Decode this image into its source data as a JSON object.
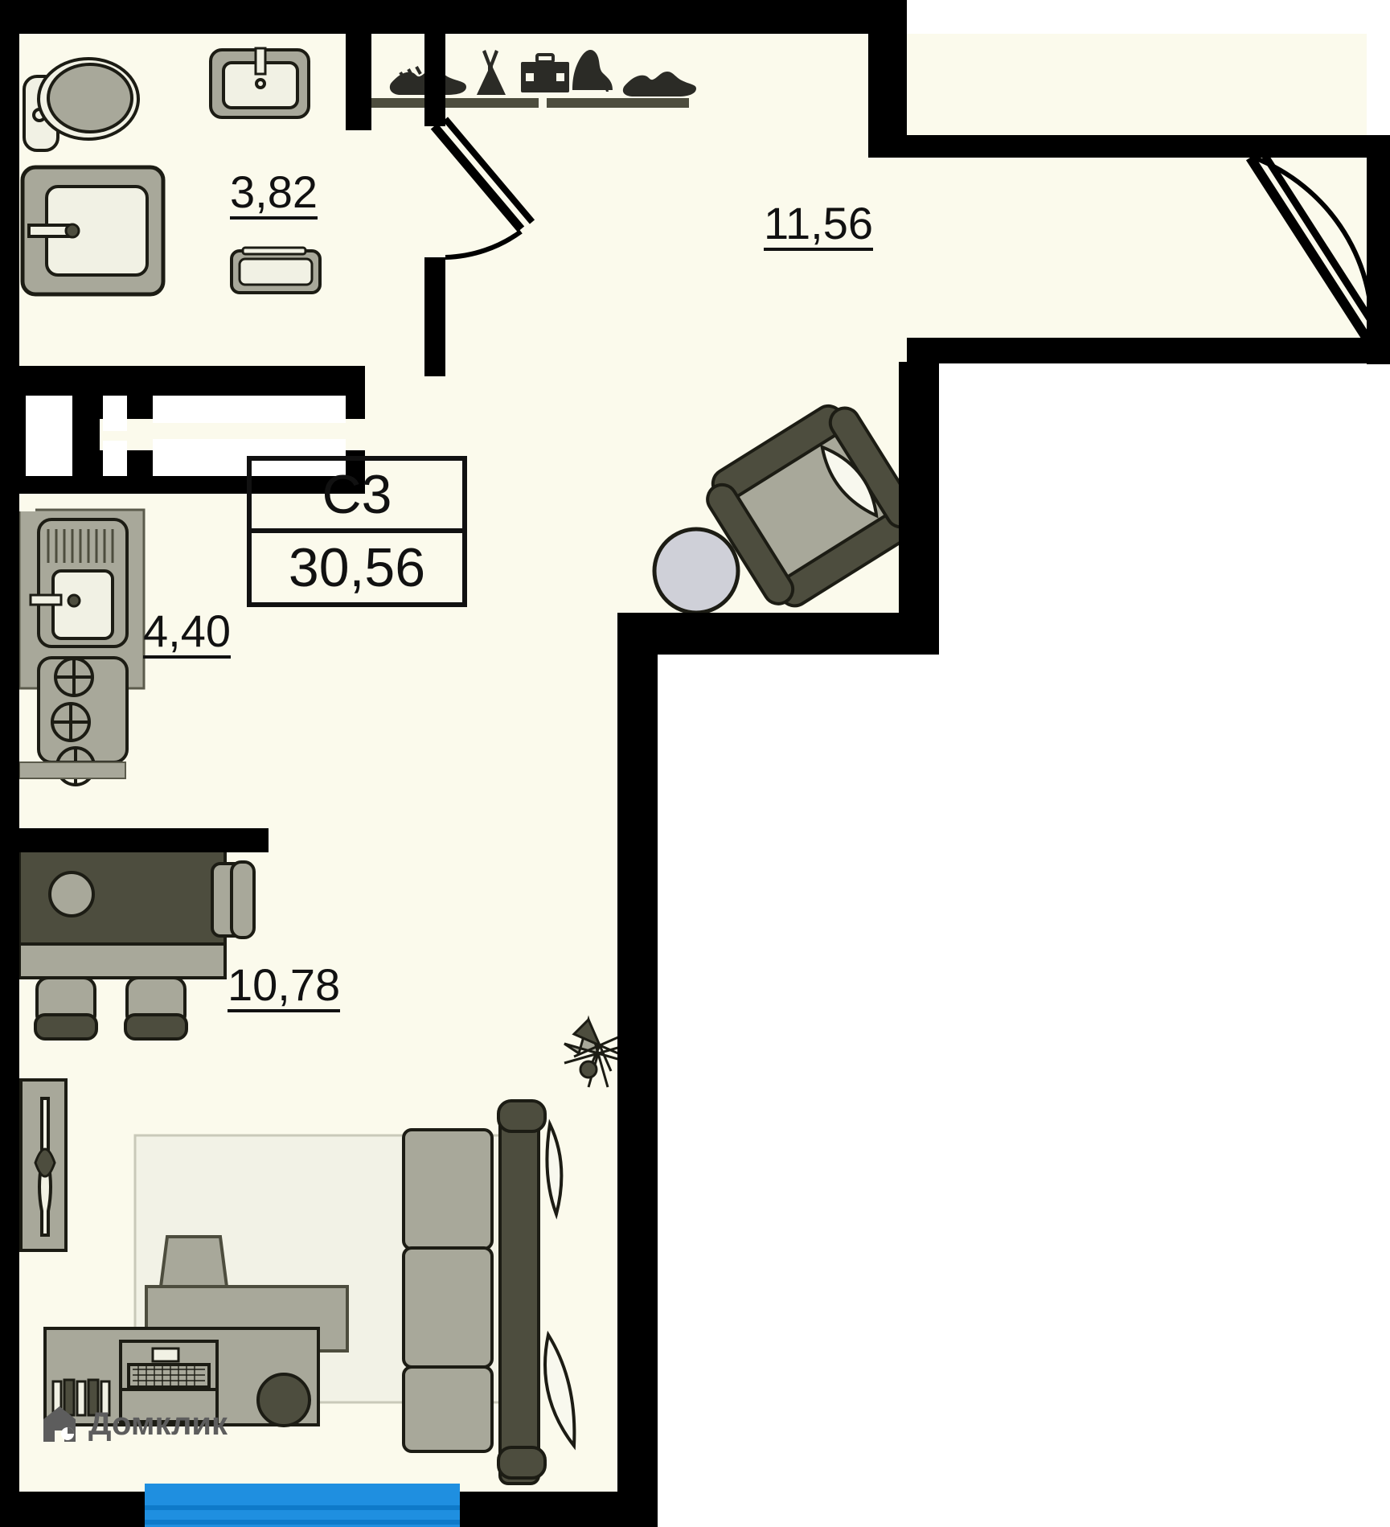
{
  "plan": {
    "title_tag": "C3",
    "total_area": "30,56",
    "rooms": [
      {
        "id": "bathroom",
        "name": "bathroom",
        "area": "3,82"
      },
      {
        "id": "hallway",
        "name": "hallway-entry",
        "area": "11,56"
      },
      {
        "id": "kitchen",
        "name": "kitchen",
        "area": "4,40"
      },
      {
        "id": "living",
        "name": "living-room",
        "area": "10,78"
      }
    ],
    "colors": {
      "wall": "#000000",
      "floor": "#fbfaec",
      "floor_alt": "#f2f2e6",
      "furniture_light": "#a8a89a",
      "furniture_dark": "#4d4d3e",
      "furniture_mid": "#9a9a8c",
      "fixture_fill": "#f1f1e4",
      "outline": "#1c1c14",
      "accent_blue": "#1f8fe0",
      "watermark_gray": "#5d5d5d"
    },
    "closet_icons": [
      "sneaker-icon",
      "dress-icon",
      "briefcase-icon",
      "high-heel-icon",
      "shoe-icon"
    ]
  },
  "watermark": {
    "brand": "Домклик"
  }
}
